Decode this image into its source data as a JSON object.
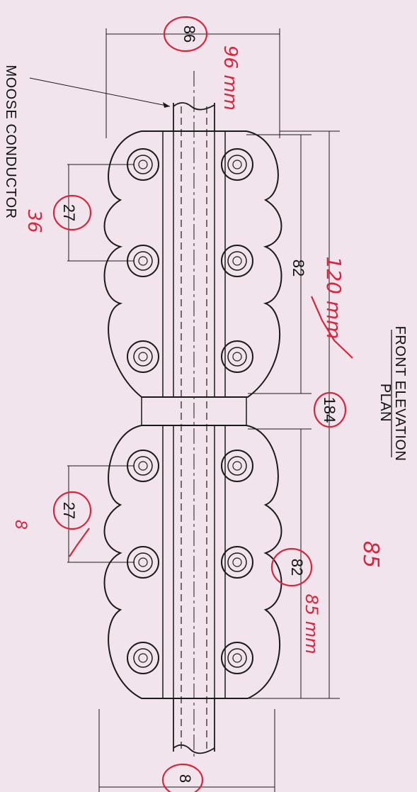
{
  "labels": {
    "front_elevation": "FRONT ELEVATION",
    "plan": "PLAN",
    "conductor": "MOOSE CONDUCTOR"
  },
  "dimensions": {
    "top_width": "86",
    "bottom_width": "8",
    "left_pitch_top": "27",
    "left_pitch_bottom": "27",
    "length_top": "82",
    "length_bottom": "82",
    "overall_length": "184"
  },
  "annotations": {
    "top_width_note": "96 mm",
    "pitch_note": "36",
    "length_note": "120 mm",
    "overall_note": "85",
    "bottom_length_note": "85 mm",
    "small_mark": "8"
  },
  "colors": {
    "paper": "#f2e4ec",
    "ink": "#1b1b1b",
    "annotation": "#d8263d"
  }
}
